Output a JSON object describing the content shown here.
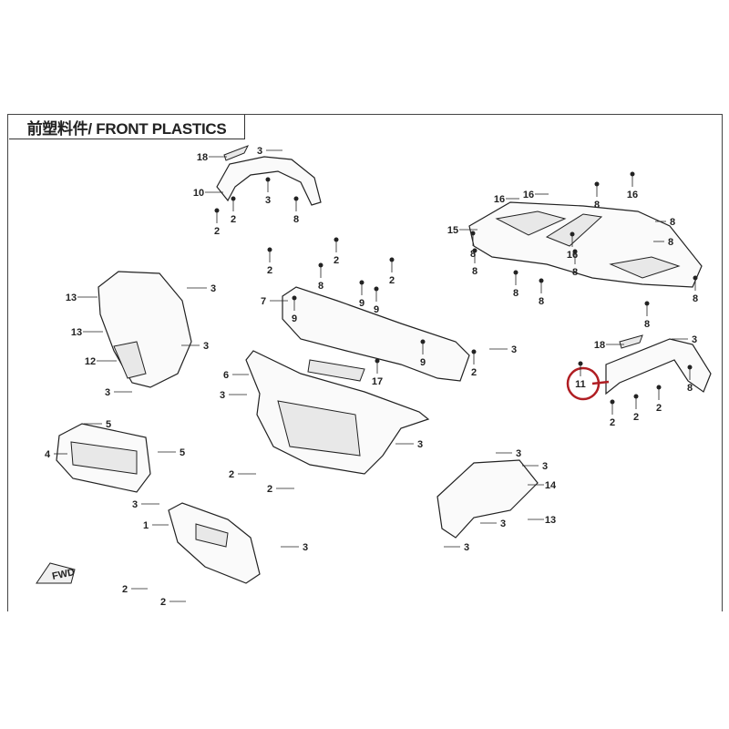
{
  "title": "前塑料件/ FRONT PLASTICS",
  "fwd_label": "FWD",
  "highlight_color": "#b01e23",
  "highlighted_part": "11",
  "callouts": [
    "18",
    "3",
    "10",
    "2",
    "3",
    "8",
    "2",
    "16",
    "16",
    "16",
    "15",
    "8",
    "8",
    "8",
    "8",
    "16",
    "8",
    "8",
    "8",
    "8",
    "8",
    "8",
    "13",
    "3",
    "13",
    "3",
    "12",
    "3",
    "2",
    "2",
    "2",
    "7",
    "8",
    "9",
    "9",
    "9",
    "9",
    "3",
    "2",
    "17",
    "6",
    "3",
    "3",
    "18",
    "3",
    "11",
    "2",
    "2",
    "2",
    "8",
    "5",
    "4",
    "5",
    "2",
    "2",
    "3",
    "3",
    "14",
    "3",
    "13",
    "3",
    "3",
    "1",
    "3",
    "2",
    "2"
  ]
}
